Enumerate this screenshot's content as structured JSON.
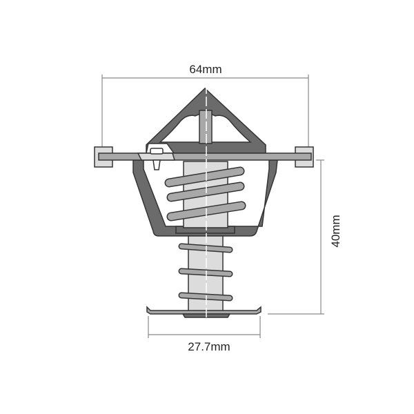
{
  "dimensions": {
    "flange_width": "64mm",
    "height": "40mm",
    "base_diameter": "27.7mm"
  },
  "colors": {
    "dark": "#6b6b6b",
    "medium": "#a8a8a8",
    "light": "#dcdcdc",
    "outline": "#333333"
  }
}
